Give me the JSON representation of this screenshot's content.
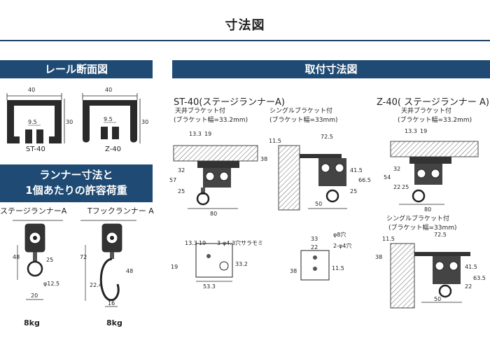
{
  "title": "寸法図",
  "sections": {
    "rail": "レール断面図",
    "runner_line1": "ランナー寸法と",
    "runner_line2": "1個あたりの許容荷重",
    "mount": "取付寸法図"
  },
  "rail": {
    "st_label": "ST-40",
    "z_label": "Z-40",
    "width": "40",
    "height": "30",
    "slot": "9.5"
  },
  "runners": {
    "stage_label": "ステージランナーA",
    "hook_label": "Tフックランナー A",
    "stage_weight": "8kg",
    "hook_weight": "8kg"
  },
  "st40": {
    "heading": "ST-40(ステージランナーA)",
    "ceiling_title": "天井ブラケット付",
    "ceiling_sub": "(ブラケット幅=33.2mm)",
    "single_title": "シングルブラケット付",
    "single_sub": "(ブラケット幅=33mm)"
  },
  "z40": {
    "heading": "Z-40( ステージランナー A)",
    "ceiling_title": "天井ブラケット付",
    "ceiling_sub": "(ブラケット幅=33.2mm)",
    "single_title": "シングルブラケット付",
    "single_sub": "(ブラケット幅=33mm)"
  },
  "dims": {
    "d13_3": "13.3",
    "d19": "19",
    "d11_5": "11.5",
    "d72_5": "72.5",
    "d38": "38",
    "d57": "57",
    "d32": "32",
    "d25": "25",
    "d80": "80",
    "d41_5": "41.5",
    "d66_5": "66.5",
    "d50": "50",
    "d54": "54",
    "d22": "22",
    "d63_5": "63.5",
    "d48": "48",
    "d72": "72",
    "d22_4": "22.4",
    "d16": "16",
    "d20": "20",
    "d12_5": "φ12.5",
    "d53_3": "53.3",
    "d33_2": "33.2",
    "d33": "33",
    "phi8": "φ8穴",
    "phi4": "2-φ4穴",
    "phi43": "3-φ4.3穴サラモミ"
  }
}
